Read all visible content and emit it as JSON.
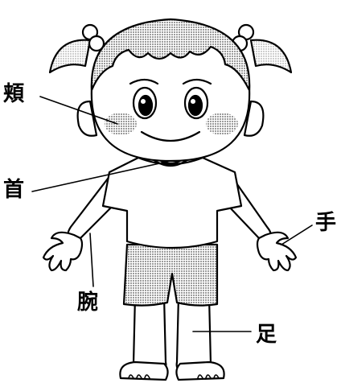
{
  "labels": {
    "cheek": "頬",
    "neck": "首",
    "arm": "腕",
    "hand": "手",
    "foot": "足"
  },
  "colors": {
    "line": "#000000",
    "fill": "#ffffff",
    "shade": "#8a8a8a"
  }
}
